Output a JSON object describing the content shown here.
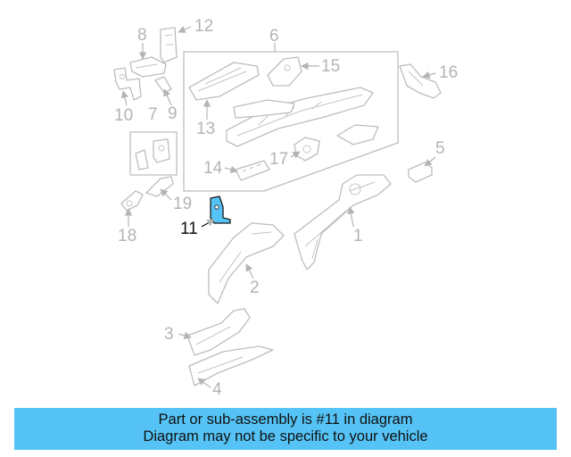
{
  "diagram": {
    "highlighted_part": "11",
    "highlight_color": "#55c3f5",
    "callouts": {
      "p1": "1",
      "p2": "2",
      "p3": "3",
      "p4": "4",
      "p5": "5",
      "p6": "6",
      "p7": "7",
      "p8": "8",
      "p9": "9",
      "p10": "10",
      "p11": "11",
      "p12": "12",
      "p13": "13",
      "p14": "14",
      "p15": "15",
      "p16": "16",
      "p17": "17",
      "p18": "18",
      "p19": "19"
    }
  },
  "banner": {
    "line1": "Part or sub-assembly is #11 in diagram",
    "line2": "Diagram may not be specific to your vehicle",
    "background": "#55c3f5"
  }
}
